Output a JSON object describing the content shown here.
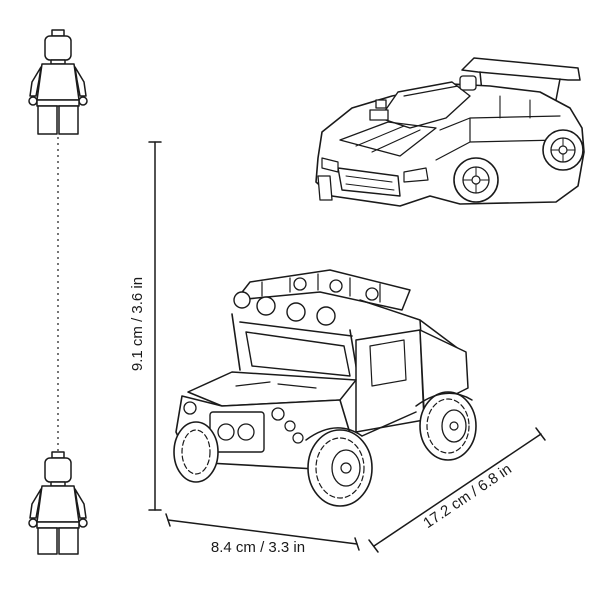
{
  "dimensions": {
    "height_label": "9.1 cm / 3.6 in",
    "width_label": "8.4 cm / 3.3 in",
    "length_label": "17.2 cm / 6.8 in"
  },
  "illustrations": {
    "figure_top": "minifigure-icon",
    "figure_bottom": "minifigure-icon",
    "sports_car": "sports-car-model",
    "offroad_truck": "offroad-truck-model"
  },
  "colors": {
    "line": "#1a1a1a",
    "background": "#ffffff"
  }
}
